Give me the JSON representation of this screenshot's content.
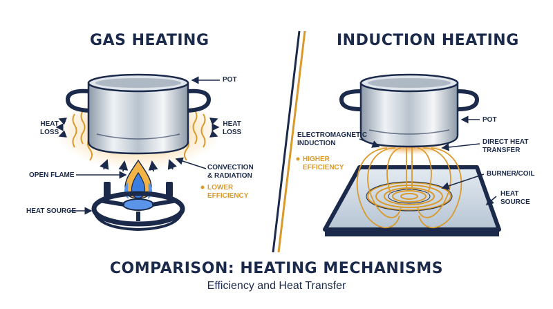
{
  "gas": {
    "title": "GAS HEATING",
    "pot_label": "POT",
    "heat_loss_left": "HEAT\nLOSS",
    "heat_loss_right": "HEAT\nLOSS",
    "open_flame": "OPEN FLAME",
    "convection": "CONVECTION\n& RADIATION",
    "lower_efficiency": "LOWER\nEFFICIENCY",
    "heat_source": "HEAT SOURCE"
  },
  "induction": {
    "title": "INDUCTION HEATING",
    "electromagnetic": "ELECTROMAGNETIC\nINDUCTION",
    "higher_efficiency": "HIGHER\nEFFICIENCY",
    "pot_label": "POT",
    "direct_heat": "DIRECT HEAT\nTRANSFER",
    "burner_coil": "BURNER/COIL",
    "heat_source": "HEAT\nSOURCE"
  },
  "footer": {
    "title": "COMPARISON: HEATING MECHANISMS",
    "subtitle": "Efficiency and Heat Transfer"
  },
  "colors": {
    "navy": "#1b2a4a",
    "orange": "#d99a2b",
    "flame_blue": "#3d7fe0",
    "steel": "#c9d3dd"
  }
}
